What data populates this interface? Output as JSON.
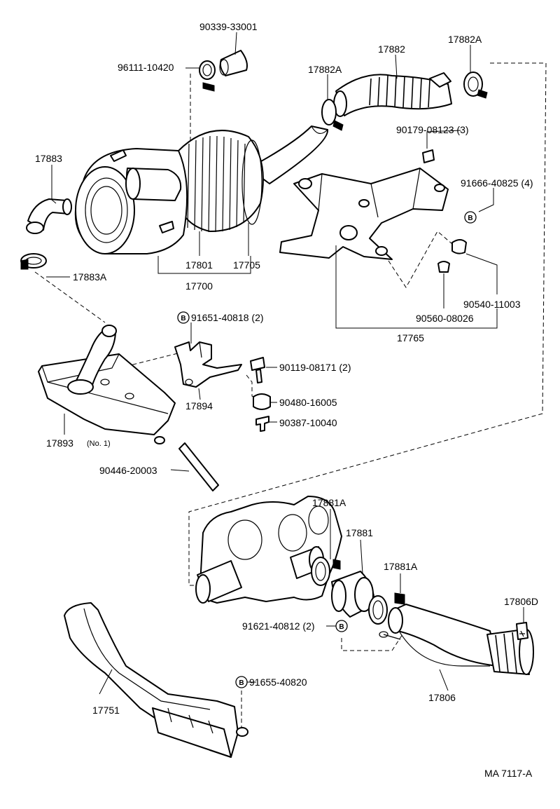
{
  "labels": {
    "p90339": "90339-33001",
    "p96111": "96111-10420",
    "p17882": "17882",
    "p17882A_left": "17882A",
    "p17882A_right": "17882A",
    "p17883": "17883",
    "p17883A": "17883A",
    "p17801": "17801",
    "p17705": "17705",
    "p17700": "17700",
    "p90179": "90179-08123 (3)",
    "p91666": "91666-40825 (4)",
    "p90540": "90540-11003",
    "p90560": "90560-08026",
    "p17765": "17765",
    "p91651": "91651-40818 (2)",
    "p90119": "90119-08171 (2)",
    "p17894": "17894",
    "p90480": "90480-16005",
    "p90387": "90387-10040",
    "p17893": "17893",
    "p17893_note": "(No. 1)",
    "p90446": "90446-20003",
    "p17881A_top": "17881A",
    "p17881": "17881",
    "p17881A_right": "17881A",
    "p17806D": "17806D",
    "p91621": "91621-40812 (2)",
    "p91655": "91655-40820",
    "p17751": "17751",
    "p17806": "17806",
    "footer_code": "MA  7117-A"
  },
  "bolt_mark": "B"
}
